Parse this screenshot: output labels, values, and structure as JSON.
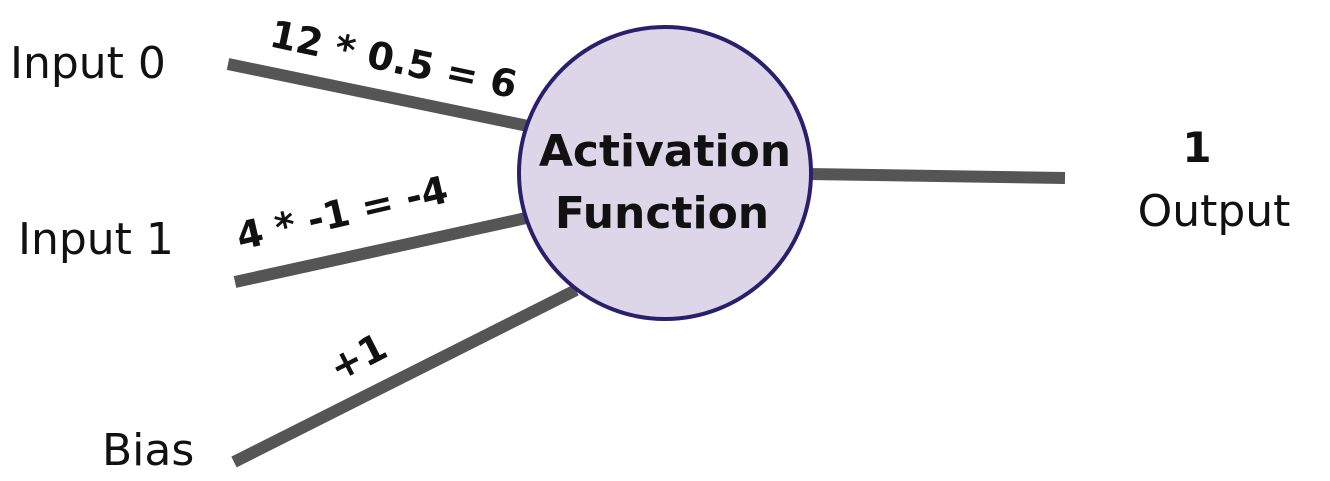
{
  "inputs": [
    {
      "label": "Input 0",
      "weight_expr": "12 * 0.5 = 6"
    },
    {
      "label": "Input 1",
      "weight_expr": "4 * -1 = -4"
    }
  ],
  "bias": {
    "label": "Bias",
    "value_expr": "+1"
  },
  "node": {
    "line1": "Activation",
    "line2": "Function"
  },
  "output": {
    "value": "1",
    "label": "Output"
  },
  "colors": {
    "edge": "#555555",
    "node_fill": "#dcd6e8",
    "node_stroke": "#2a1f6b",
    "text": "#111111"
  }
}
